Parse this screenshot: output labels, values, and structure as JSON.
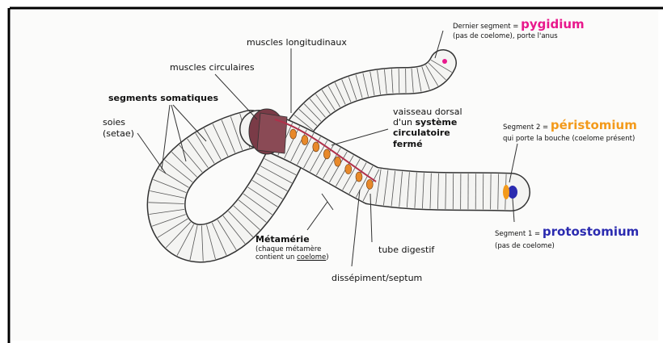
{
  "labels": {
    "muscles_longitudinaux": "muscles longitudinaux",
    "muscles_circulaires": "muscles circulaires",
    "segments_somatiques": "segments somatiques",
    "soies_line1": "soies",
    "soies_line2": "(setae)",
    "dernier_segment_prefix": "Dernier segment = ",
    "pygidium": "pygidium",
    "pygidium_note": "(pas de coelome), porte l'anus",
    "vaisseau_line1": "vaisseau dorsal",
    "vaisseau_line2_prefix": "d'un ",
    "vaisseau_line2_bold": "système",
    "vaisseau_line3": "circulatoire",
    "vaisseau_line4": "fermé",
    "segment2_prefix": "Segment 2 = ",
    "peristomium": "péristomium",
    "peristomium_note": "qui porte la bouche (coelome présent)",
    "segment1_prefix": "Segment 1 = ",
    "protostomium": "protostomium",
    "protostomium_note": "(pas de coelome)",
    "metamerie": "Métamérie",
    "metamerie_note1": "(chaque métamère",
    "metamerie_note2_prefix": "contient un ",
    "metamerie_note2_link": "coelome",
    "metamerie_note2_suffix": ")",
    "tube_digestif": "tube digestif",
    "dissepiment": "dissépiment/septum"
  },
  "colors": {
    "pygidium": "#e8188c",
    "peristomium": "#f39a1b",
    "protostomium": "#2b2bb0",
    "muscle": "#7a3b47",
    "gut": "#e8892a"
  }
}
